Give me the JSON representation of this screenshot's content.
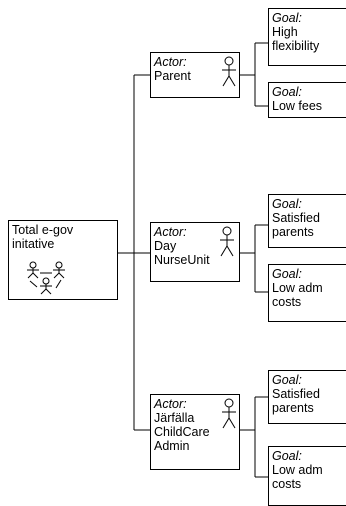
{
  "root": {
    "title_lines": [
      "Total e-gov",
      "initative"
    ]
  },
  "actors": [
    {
      "label": "Actor:",
      "name_lines": [
        "Parent"
      ],
      "goals": [
        {
          "label": "Goal:",
          "text_lines": [
            "High",
            "flexibility"
          ]
        },
        {
          "label": "Goal:",
          "text_lines": [
            "Low fees"
          ]
        }
      ]
    },
    {
      "label": "Actor:",
      "name_lines": [
        "Day",
        "NurseUnit"
      ],
      "goals": [
        {
          "label": "Goal:",
          "text_lines": [
            "Satisfied",
            "parents"
          ]
        },
        {
          "label": "Goal:",
          "text_lines": [
            "Low adm",
            "costs"
          ]
        }
      ]
    },
    {
      "label": "Actor:",
      "name_lines": [
        "Järfälla",
        "ChildCare",
        "Admin"
      ],
      "goals": [
        {
          "label": "Goal:",
          "text_lines": [
            "Satisfied",
            "parents"
          ]
        },
        {
          "label": "Goal:",
          "text_lines": [
            "Low adm",
            "costs"
          ]
        }
      ]
    }
  ],
  "colors": {
    "stroke": "#000000",
    "background": "#ffffff"
  },
  "icons": [
    "stick-figure-icon",
    "actor-group-icon"
  ]
}
